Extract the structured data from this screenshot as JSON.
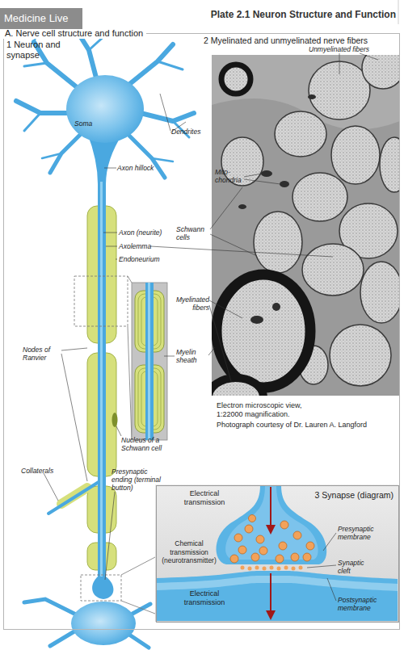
{
  "diagram": {
    "title": "Plate 2.1 Neuron Structure and Function",
    "nodes": [
      {
        "text": [
          "A. Nerve cell structure and function"
        ]
      },
      {
        "text": [
          "3 Synapse (diagram)"
        ],
        "in": 0
      }
    ],
    "labels": [
      "Medicine Live",
      "1 Neuron and synapse",
      "2 Myelinated and unmyelinated nerve fibers",
      "Unmyelinated fibers",
      "Dendrites",
      "Soma",
      "Axon hillock",
      "Mito- chondria",
      "Axon (neurite)",
      "Schwann cells",
      "Axolemma",
      "Endoneurium",
      "Myelinated fibers",
      "Myelin sheath",
      "Nodes of Ranvier",
      "Nucleus of a Schwann cell",
      "Collaterals",
      "Presynaptic ending (terminal button)",
      "Electron microscopic view, 1:22000 magnification.",
      "Photograph courtesy of Dr. Lauren A. Langford",
      "Electrical transmission",
      "Chemical transmission (neurotransmitter)",
      "Electrical transmission",
      "Presynaptic membrane",
      "Synaptic cleft",
      "Postsynaptic membrane"
    ]
  }
}
